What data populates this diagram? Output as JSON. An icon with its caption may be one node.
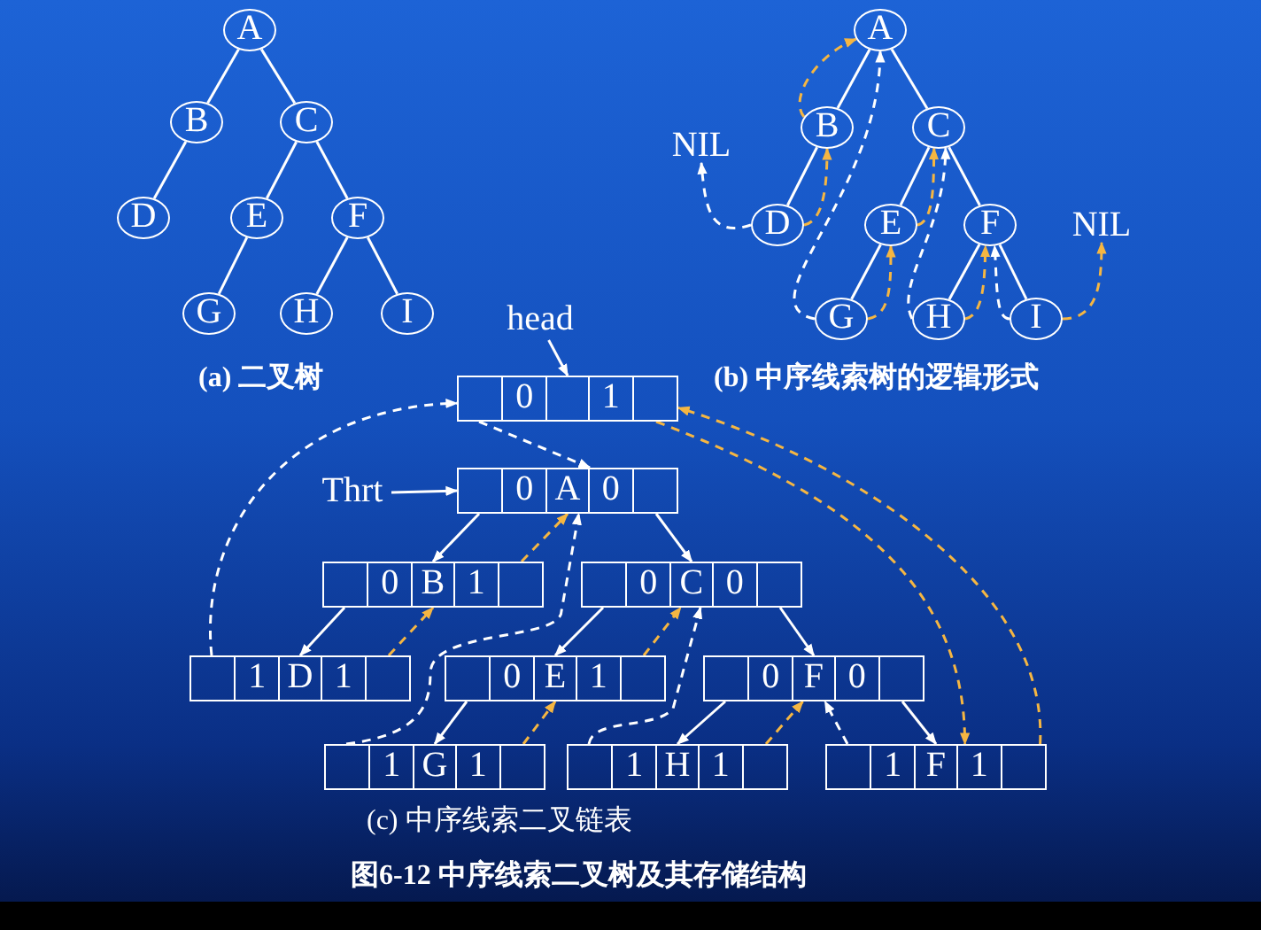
{
  "diagram": {
    "caption": "图6-12 中序线索二叉树及其存储结构",
    "nodes": [
      {
        "text": [
          "A"
        ]
      },
      {
        "text": [
          "B"
        ]
      },
      {
        "text": [
          "C"
        ]
      },
      {
        "text": [
          "D"
        ]
      },
      {
        "text": [
          "E"
        ]
      },
      {
        "text": [
          "F"
        ]
      },
      {
        "text": [
          "G"
        ]
      },
      {
        "text": [
          "H"
        ]
      },
      {
        "text": [
          "I"
        ]
      },
      {
        "text": [
          "A"
        ]
      },
      {
        "text": [
          "B"
        ]
      },
      {
        "text": [
          "C"
        ]
      },
      {
        "text": [
          "D"
        ]
      },
      {
        "text": [
          "E"
        ]
      },
      {
        "text": [
          "F"
        ]
      },
      {
        "text": [
          "G"
        ]
      },
      {
        "text": [
          "H"
        ]
      },
      {
        "text": [
          "I"
        ]
      },
      {
        "text": [
          "NIL"
        ]
      },
      {
        "text": [
          "NIL"
        ]
      },
      {
        "text": [
          "head"
        ]
      },
      {
        "text": [
          "0",
          "1"
        ]
      },
      {
        "text": [
          "Thrt"
        ]
      },
      {
        "text": [
          "0",
          "A",
          "0"
        ]
      },
      {
        "text": [
          "0",
          "B",
          "1"
        ]
      },
      {
        "text": [
          "0",
          "C",
          "0"
        ]
      },
      {
        "text": [
          "1",
          "D",
          "1"
        ]
      },
      {
        "text": [
          "0",
          "E",
          "1"
        ]
      },
      {
        "text": [
          "0",
          "F",
          "0"
        ]
      },
      {
        "text": [
          "1",
          "G",
          "1"
        ]
      },
      {
        "text": [
          "1",
          "H",
          "1"
        ]
      },
      {
        "text": [
          "1",
          "F",
          "1"
        ]
      }
    ],
    "edges": [
      {
        "from": 0,
        "to": 1,
        "arrow": "none"
      },
      {
        "from": 0,
        "to": 2,
        "arrow": "none"
      },
      {
        "from": 1,
        "to": 3,
        "arrow": "none"
      },
      {
        "from": 2,
        "to": 4,
        "arrow": "none"
      },
      {
        "from": 2,
        "to": 5,
        "arrow": "none"
      },
      {
        "from": 4,
        "to": 6,
        "arrow": "none"
      },
      {
        "from": 5,
        "to": 7,
        "arrow": "none"
      },
      {
        "from": 5,
        "to": 8,
        "arrow": "none"
      },
      {
        "from": 9,
        "to": 10,
        "arrow": "none"
      },
      {
        "from": 9,
        "to": 11,
        "arrow": "none"
      },
      {
        "from": 10,
        "to": 12,
        "arrow": "none"
      },
      {
        "from": 11,
        "to": 13,
        "arrow": "none"
      },
      {
        "from": 11,
        "to": 14,
        "arrow": "none"
      },
      {
        "from": 13,
        "to": 15,
        "arrow": "none"
      },
      {
        "from": 14,
        "to": 16,
        "arrow": "none"
      },
      {
        "from": 14,
        "to": 17,
        "arrow": "none"
      },
      {
        "from": 12,
        "to": 18,
        "arrow": "to",
        "style": "dashed"
      },
      {
        "from": 12,
        "to": 10,
        "arrow": "to",
        "style": "dashed",
        "color": "#f5b642"
      },
      {
        "from": 10,
        "to": 9,
        "arrow": "to",
        "style": "dashed",
        "color": "#f5b642"
      },
      {
        "from": 15,
        "to": 9,
        "arrow": "to",
        "style": "dashed"
      },
      {
        "from": 15,
        "to": 13,
        "arrow": "to",
        "style": "dashed",
        "color": "#f5b642"
      },
      {
        "from": 13,
        "to": 11,
        "arrow": "to",
        "style": "dashed",
        "color": "#f5b642"
      },
      {
        "from": 16,
        "to": 11,
        "arrow": "to",
        "style": "dashed"
      },
      {
        "from": 16,
        "to": 14,
        "arrow": "to",
        "style": "dashed",
        "color": "#f5b642"
      },
      {
        "from": 17,
        "to": 14,
        "arrow": "to",
        "style": "dashed"
      },
      {
        "from": 17,
        "to": 19,
        "arrow": "to",
        "style": "dashed",
        "color": "#f5b642"
      },
      {
        "from": 20,
        "to": 21,
        "arrow": "to"
      },
      {
        "from": 22,
        "to": 23,
        "arrow": "to"
      },
      {
        "from": 21,
        "to": 23,
        "arrow": "to",
        "style": "dashed"
      },
      {
        "from": 23,
        "to": 24,
        "arrow": "to"
      },
      {
        "from": 23,
        "to": 25,
        "arrow": "to"
      },
      {
        "from": 24,
        "to": 26,
        "arrow": "to"
      },
      {
        "from": 25,
        "to": 27,
        "arrow": "to"
      },
      {
        "from": 25,
        "to": 28,
        "arrow": "to"
      },
      {
        "from": 27,
        "to": 29,
        "arrow": "to"
      },
      {
        "from": 28,
        "to": 30,
        "arrow": "to"
      },
      {
        "from": 28,
        "to": 31,
        "arrow": "to"
      },
      {
        "from": 26,
        "to": 21,
        "arrow": "to",
        "style": "dashed"
      },
      {
        "from": 26,
        "to": 24,
        "arrow": "to",
        "style": "dashed",
        "color": "#f5b642"
      },
      {
        "from": 24,
        "to": 23,
        "arrow": "to",
        "style": "dashed",
        "color": "#f5b642"
      },
      {
        "from": 29,
        "to": 23,
        "arrow": "to",
        "style": "dashed"
      },
      {
        "from": 29,
        "to": 27,
        "arrow": "to",
        "style": "dashed",
        "color": "#f5b642"
      },
      {
        "from": 27,
        "to": 25,
        "arrow": "to",
        "style": "dashed",
        "color": "#f5b642"
      },
      {
        "from": 30,
        "to": 25,
        "arrow": "to",
        "style": "dashed"
      },
      {
        "from": 30,
        "to": 28,
        "arrow": "to",
        "style": "dashed",
        "color": "#f5b642"
      },
      {
        "from": 31,
        "to": 28,
        "arrow": "to",
        "style": "dashed"
      },
      {
        "from": 21,
        "to": 31,
        "arrow": "to",
        "style": "dashed",
        "color": "#f5b642"
      },
      {
        "from": 31,
        "to": 21,
        "arrow": "to",
        "style": "dashed",
        "color": "#f5b642"
      }
    ],
    "labels": [
      "(a) 二叉树",
      "(b) 中序线索树的逻辑形式",
      "(c) 中序线索二叉链表"
    ]
  }
}
